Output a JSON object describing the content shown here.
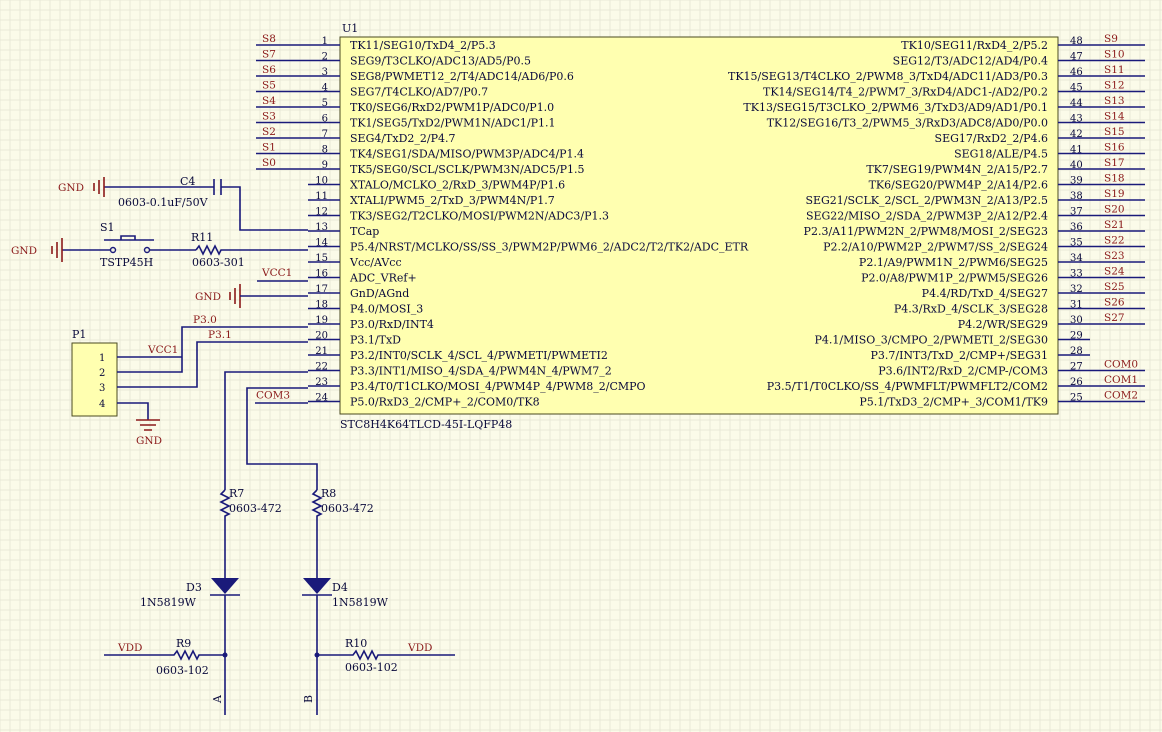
{
  "chip": {
    "ref": "U1",
    "part": "STC8H4K64TLCD-45I-LQFP48",
    "left_pins": [
      {
        "num": "1",
        "name": "TK11/SEG10/TxD4_2/P5.3",
        "net": "S8"
      },
      {
        "num": "2",
        "name": "SEG9/T3CLKO/ADC13/AD5/P0.5",
        "net": "S7"
      },
      {
        "num": "3",
        "name": "SEG8/PWMET12_2/T4/ADC14/AD6/P0.6",
        "net": "S6"
      },
      {
        "num": "4",
        "name": "SEG7/T4CLKO/AD7/P0.7",
        "net": "S5"
      },
      {
        "num": "5",
        "name": "TK0/SEG6/RxD2/PWM1P/ADC0/P1.0",
        "net": "S4"
      },
      {
        "num": "6",
        "name": "TK1/SEG5/TxD2/PWM1N/ADC1/P1.1",
        "net": "S3"
      },
      {
        "num": "7",
        "name": "SEG4/TxD2_2/P4.7",
        "net": "S2"
      },
      {
        "num": "8",
        "name": "TK4/SEG1/SDA/MISO/PWM3P/ADC4/P1.4",
        "net": "S1"
      },
      {
        "num": "9",
        "name": "TK5/SEG0/SCL/SCLK/PWM3N/ADC5/P1.5",
        "net": "S0"
      },
      {
        "num": "10",
        "name": "XTALO/MCLKO_2/RxD_3/PWM4P/P1.6",
        "net": ""
      },
      {
        "num": "11",
        "name": "XTALI/PWM5_2/TxD_3/PWM4N/P1.7",
        "net": ""
      },
      {
        "num": "12",
        "name": "TK3/SEG2/T2CLKO/MOSI/PWM2N/ADC3/P1.3",
        "net": ""
      },
      {
        "num": "13",
        "name": "TCap",
        "net": ""
      },
      {
        "num": "14",
        "name": "P5.4/NRST/MCLKO/SS/SS_3/PWM2P/PWM6_2/ADC2/T2/TK2/ADC_ETR",
        "net": ""
      },
      {
        "num": "15",
        "name": "Vcc/AVcc",
        "net": ""
      },
      {
        "num": "16",
        "name": "ADC_VRef+",
        "net": "VCC1"
      },
      {
        "num": "17",
        "name": "GnD/AGnd",
        "net": ""
      },
      {
        "num": "18",
        "name": "P4.0/MOSI_3",
        "net": ""
      },
      {
        "num": "19",
        "name": "P3.0/RxD/INT4",
        "net": ""
      },
      {
        "num": "20",
        "name": "P3.1/TxD",
        "net": ""
      },
      {
        "num": "21",
        "name": "P3.2/INT0/SCLK_4/SCL_4/PWMETI/PWMETI2",
        "net": ""
      },
      {
        "num": "22",
        "name": "P3.3/INT1/MISO_4/SDA_4/PWM4N_4/PWM7_2",
        "net": ""
      },
      {
        "num": "23",
        "name": "P3.4/T0/T1CLKO/MOSI_4/PWM4P_4/PWM8_2/CMPO",
        "net": ""
      },
      {
        "num": "24",
        "name": "P5.0/RxD3_2/CMP+_2/COM0/TK8",
        "net": "COM3"
      }
    ],
    "right_pins": [
      {
        "num": "48",
        "name": "TK10/SEG11/RxD4_2/P5.2",
        "net": "S9"
      },
      {
        "num": "47",
        "name": "SEG12/T3/ADC12/AD4/P0.4",
        "net": "S10"
      },
      {
        "num": "46",
        "name": "TK15/SEG13/T4CLKO_2/PWM8_3/TxD4/ADC11/AD3/P0.3",
        "net": "S11"
      },
      {
        "num": "45",
        "name": "TK14/SEG14/T4_2/PWM7_3/RxD4/ADC1-/AD2/P0.2",
        "net": "S12"
      },
      {
        "num": "44",
        "name": "TK13/SEG15/T3CLKO_2/PWM6_3/TxD3/AD9/AD1/P0.1",
        "net": "S13"
      },
      {
        "num": "43",
        "name": "TK12/SEG16/T3_2/PWM5_3/RxD3/ADC8/AD0/P0.0",
        "net": "S14"
      },
      {
        "num": "42",
        "name": "SEG17/RxD2_2/P4.6",
        "net": "S15"
      },
      {
        "num": "41",
        "name": "SEG18/ALE/P4.5",
        "net": "S16"
      },
      {
        "num": "40",
        "name": "TK7/SEG19/PWM4N_2/A15/P2.7",
        "net": "S17"
      },
      {
        "num": "39",
        "name": "TK6/SEG20/PWM4P_2/A14/P2.6",
        "net": "S18"
      },
      {
        "num": "38",
        "name": "SEG21/SCLK_2/SCL_2/PWM3N_2/A13/P2.5",
        "net": "S19"
      },
      {
        "num": "37",
        "name": "SEG22/MISO_2/SDA_2/PWM3P_2/A12/P2.4",
        "net": "S20"
      },
      {
        "num": "36",
        "name": "P2.3/A11/PWM2N_2/PWM8/MOSI_2/SEG23",
        "net": "S21"
      },
      {
        "num": "35",
        "name": "P2.2/A10/PWM2P_2/PWM7/SS_2/SEG24",
        "net": "S22"
      },
      {
        "num": "34",
        "name": "P2.1/A9/PWM1N_2/PWM6/SEG25",
        "net": "S23"
      },
      {
        "num": "33",
        "name": "P2.0/A8/PWM1P_2/PWM5/SEG26",
        "net": "S24"
      },
      {
        "num": "32",
        "name": "P4.4/RD/TxD_4/SEG27",
        "net": "S25"
      },
      {
        "num": "31",
        "name": "P4.3/RxD_4/SCLK_3/SEG28",
        "net": "S26"
      },
      {
        "num": "30",
        "name": "P4.2/WR/SEG29",
        "net": "S27"
      },
      {
        "num": "29",
        "name": "P4.1/MISO_3/CMPO_2/PWMETI_2/SEG30",
        "net": ""
      },
      {
        "num": "28",
        "name": "P3.7/INT3/TxD_2/CMP+/SEG31",
        "net": ""
      },
      {
        "num": "27",
        "name": "P3.6/INT2/RxD_2/CMP-/COM3",
        "net": "COM0"
      },
      {
        "num": "26",
        "name": "P3.5/T1/T0CLKO/SS_4/PWMFLT/PWMFLT2/COM2",
        "net": "COM1"
      },
      {
        "num": "25",
        "name": "P5.1/TxD3_2/CMP+_3/COM1/TK9",
        "net": "COM2"
      }
    ]
  },
  "parts": {
    "c4_ref": "C4",
    "c4_value": "0603-0.1uF/50V",
    "s1_ref": "S1",
    "s1_value": "TSTP45H",
    "r11_ref": "R11",
    "r11_value": "0603-301",
    "r7_ref": "R7",
    "r7_value": "0603-472",
    "r8_ref": "R8",
    "r8_value": "0603-472",
    "d3_ref": "D3",
    "d3_value": "1N5819W",
    "d4_ref": "D4",
    "d4_value": "1N5819W",
    "r9_ref": "R9",
    "r9_value": "0603-102",
    "r10_ref": "R10",
    "r10_value": "0603-102",
    "p1_ref": "P1",
    "p1_pins": [
      "1",
      "2",
      "3",
      "4"
    ]
  },
  "nets": {
    "gnd": "GND",
    "vcc1": "VCC1",
    "vdd": "VDD",
    "p30": "P3.0",
    "p31": "P3.1",
    "port_a": "A",
    "port_b": "B"
  },
  "colors": {
    "sheet": "#fbfbe9",
    "chip_fill": "#ffffb0",
    "wire": "#1a1a7a",
    "net_label": "#8b1a1a"
  }
}
